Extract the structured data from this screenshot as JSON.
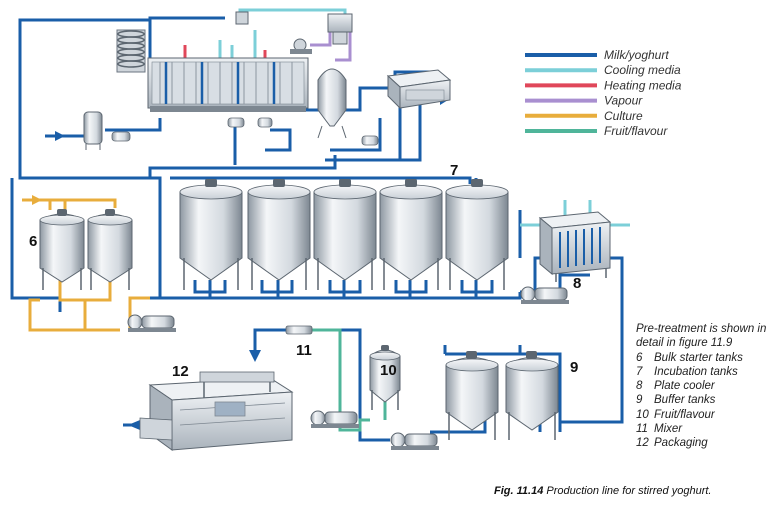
{
  "legend": [
    {
      "label": "Milk/yoghurt",
      "color": "#1a5ea8"
    },
    {
      "label": "Cooling media",
      "color": "#7ccfd8"
    },
    {
      "label": "Heating media",
      "color": "#e0475a"
    },
    {
      "label": "Vapour",
      "color": "#a98fd0"
    },
    {
      "label": "Culture",
      "color": "#e8ad3c"
    },
    {
      "label": "Fruit/flavour",
      "color": "#4fb59a"
    }
  ],
  "labels": {
    "bulk_starter": "6",
    "incubation": "7",
    "plate_cooler": "8",
    "buffer": "9",
    "fruit": "10",
    "mixer": "11",
    "packaging": "12"
  },
  "notes": {
    "intro": "Pre-treatment is shown in detail in figure 11.9",
    "items": [
      {
        "num": "6",
        "text": "Bulk starter tanks"
      },
      {
        "num": "7",
        "text": "Incubation tanks"
      },
      {
        "num": "8",
        "text": "Plate cooler"
      },
      {
        "num": "9",
        "text": "Buffer tanks"
      },
      {
        "num": "10",
        "text": "Fruit/flavour"
      },
      {
        "num": "11",
        "text": "Mixer"
      },
      {
        "num": "12",
        "text": "Packaging"
      }
    ]
  },
  "caption": {
    "figure": "Fig. 11.14",
    "text": "Production line for stirred yoghurt."
  },
  "colors": {
    "tank_body": "#dfe4ea",
    "tank_shadow": "#9aa4ae",
    "steel_dark": "#5c6670"
  }
}
